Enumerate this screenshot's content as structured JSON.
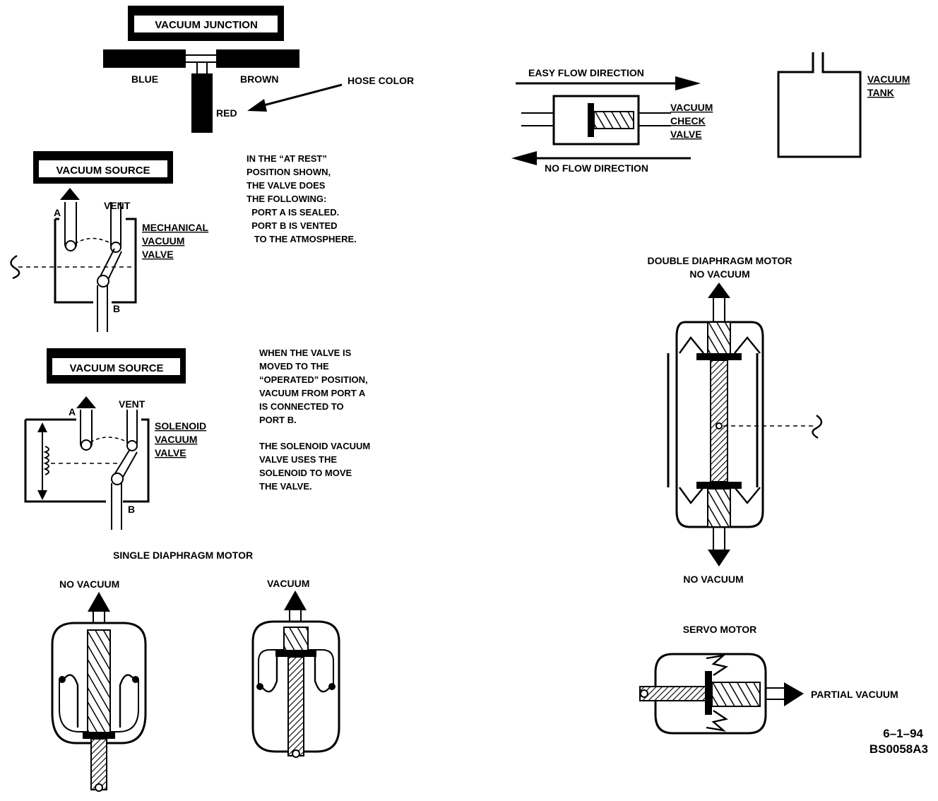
{
  "labels": {
    "vacuum_junction": "VACUUM JUNCTION",
    "blue": "BLUE",
    "brown": "BROWN",
    "red": "RED",
    "hose_color": "HOSE COLOR",
    "vacuum_source_1": "VACUUM SOURCE",
    "vacuum_source_2": "VACUUM SOURCE",
    "port_a_1": "A",
    "port_a_2": "A",
    "port_b_1": "B",
    "port_b_2": "B",
    "vent_1": "VENT",
    "vent_2": "VENT",
    "mechanical_valve": [
      "MECHANICAL",
      "VACUUM",
      "VALVE"
    ],
    "solenoid_valve": [
      "SOLENOID",
      "VACUUM",
      "VALVE"
    ],
    "easy_flow": "EASY FLOW DIRECTION",
    "no_flow": "NO FLOW DIRECTION",
    "check_valve": [
      "VACUUM",
      "CHECK",
      "VALVE"
    ],
    "vacuum_tank": [
      "VACUUM",
      "TANK"
    ],
    "double_diaphragm": [
      "DOUBLE DIAPHRAGM MOTOR",
      "NO VACUUM"
    ],
    "double_no_vacuum_bottom": "NO VACUUM",
    "single_diaphragm": "SINGLE DIAPHRAGM MOTOR",
    "single_no_vacuum": "NO VACUUM",
    "single_vacuum": "VACUUM",
    "servo_motor": "SERVO MOTOR",
    "partial_vacuum": "PARTIAL VACUUM",
    "date_code": "6–1–94",
    "figure_code": "BS0058A3"
  },
  "notes": {
    "at_rest": [
      "IN THE “AT REST”",
      "POSITION SHOWN,",
      "THE VALVE DOES",
      "THE FOLLOWING:",
      "  PORT A IS SEALED.",
      "  PORT B IS VENTED",
      "   TO THE ATMOSPHERE."
    ],
    "operated": [
      "WHEN THE VALVE IS",
      "MOVED TO THE",
      "“OPERATED” POSITION,",
      "VACUUM FROM PORT A",
      "IS CONNECTED TO",
      "PORT B."
    ],
    "solenoid": [
      "THE SOLENOID VACUUM",
      "VALVE USES THE",
      "SOLENOID TO MOVE",
      "THE VALVE."
    ]
  }
}
